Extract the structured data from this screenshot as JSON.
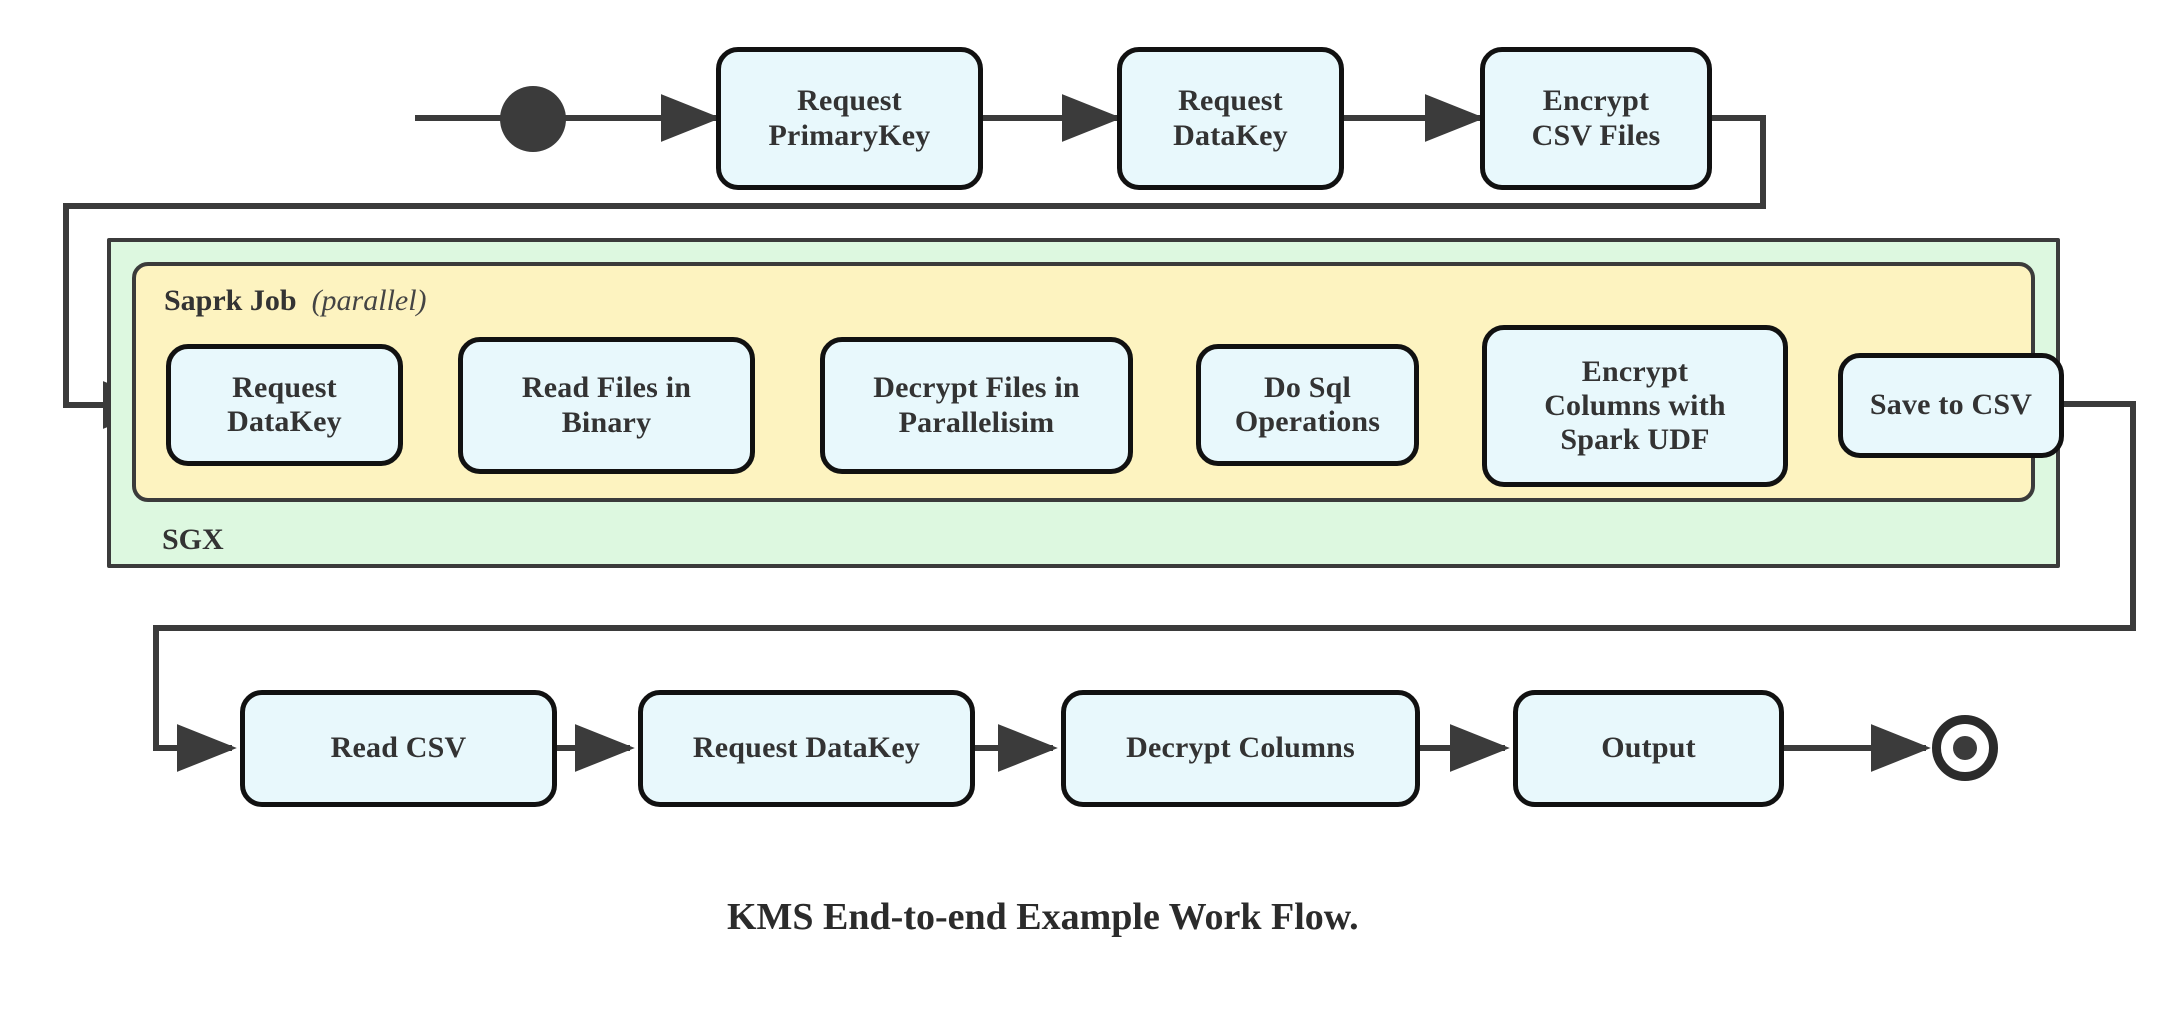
{
  "diagram": {
    "caption": "KMS End-to-end Example Work Flow.",
    "colors": {
      "node_fill": "#e8f8fc",
      "node_stroke": "#111111",
      "sgx_fill": "#ddf8e0",
      "spark_fill": "#fdf3c0",
      "edge_stroke": "#3b3b3b",
      "text": "#333333"
    },
    "start_node": {
      "name": "start"
    },
    "end_node": {
      "name": "end"
    },
    "containers": {
      "sgx": {
        "label": "SGX"
      },
      "spark": {
        "label_bold": "Saprk Job",
        "label_italic": "(parallel)"
      }
    },
    "rows": {
      "top": [
        {
          "id": "request-primarykey",
          "label": "Request\nPrimaryKey"
        },
        {
          "id": "request-datakey-top",
          "label": "Request\nDataKey"
        },
        {
          "id": "encrypt-csv-files",
          "label": "Encrypt\nCSV Files"
        }
      ],
      "middle": [
        {
          "id": "request-datakey-spark",
          "label": "Request\nDataKey"
        },
        {
          "id": "read-files-in-binary",
          "label": "Read Files in\nBinary"
        },
        {
          "id": "decrypt-files-in-parallelisim",
          "label": "Decrypt Files in\nParallelisim"
        },
        {
          "id": "do-sql-operations",
          "label": "Do Sql\nOperations"
        },
        {
          "id": "encrypt-columns-with-spark-udf",
          "label": "Encrypt\nColumns with\nSpark UDF"
        },
        {
          "id": "save-to-csv",
          "label": "Save to CSV"
        }
      ],
      "bottom": [
        {
          "id": "read-csv",
          "label": "Read CSV"
        },
        {
          "id": "request-datakey-bottom",
          "label": "Request DataKey"
        },
        {
          "id": "decrypt-columns",
          "label": "Decrypt Columns"
        },
        {
          "id": "output",
          "label": "Output"
        }
      ]
    }
  }
}
